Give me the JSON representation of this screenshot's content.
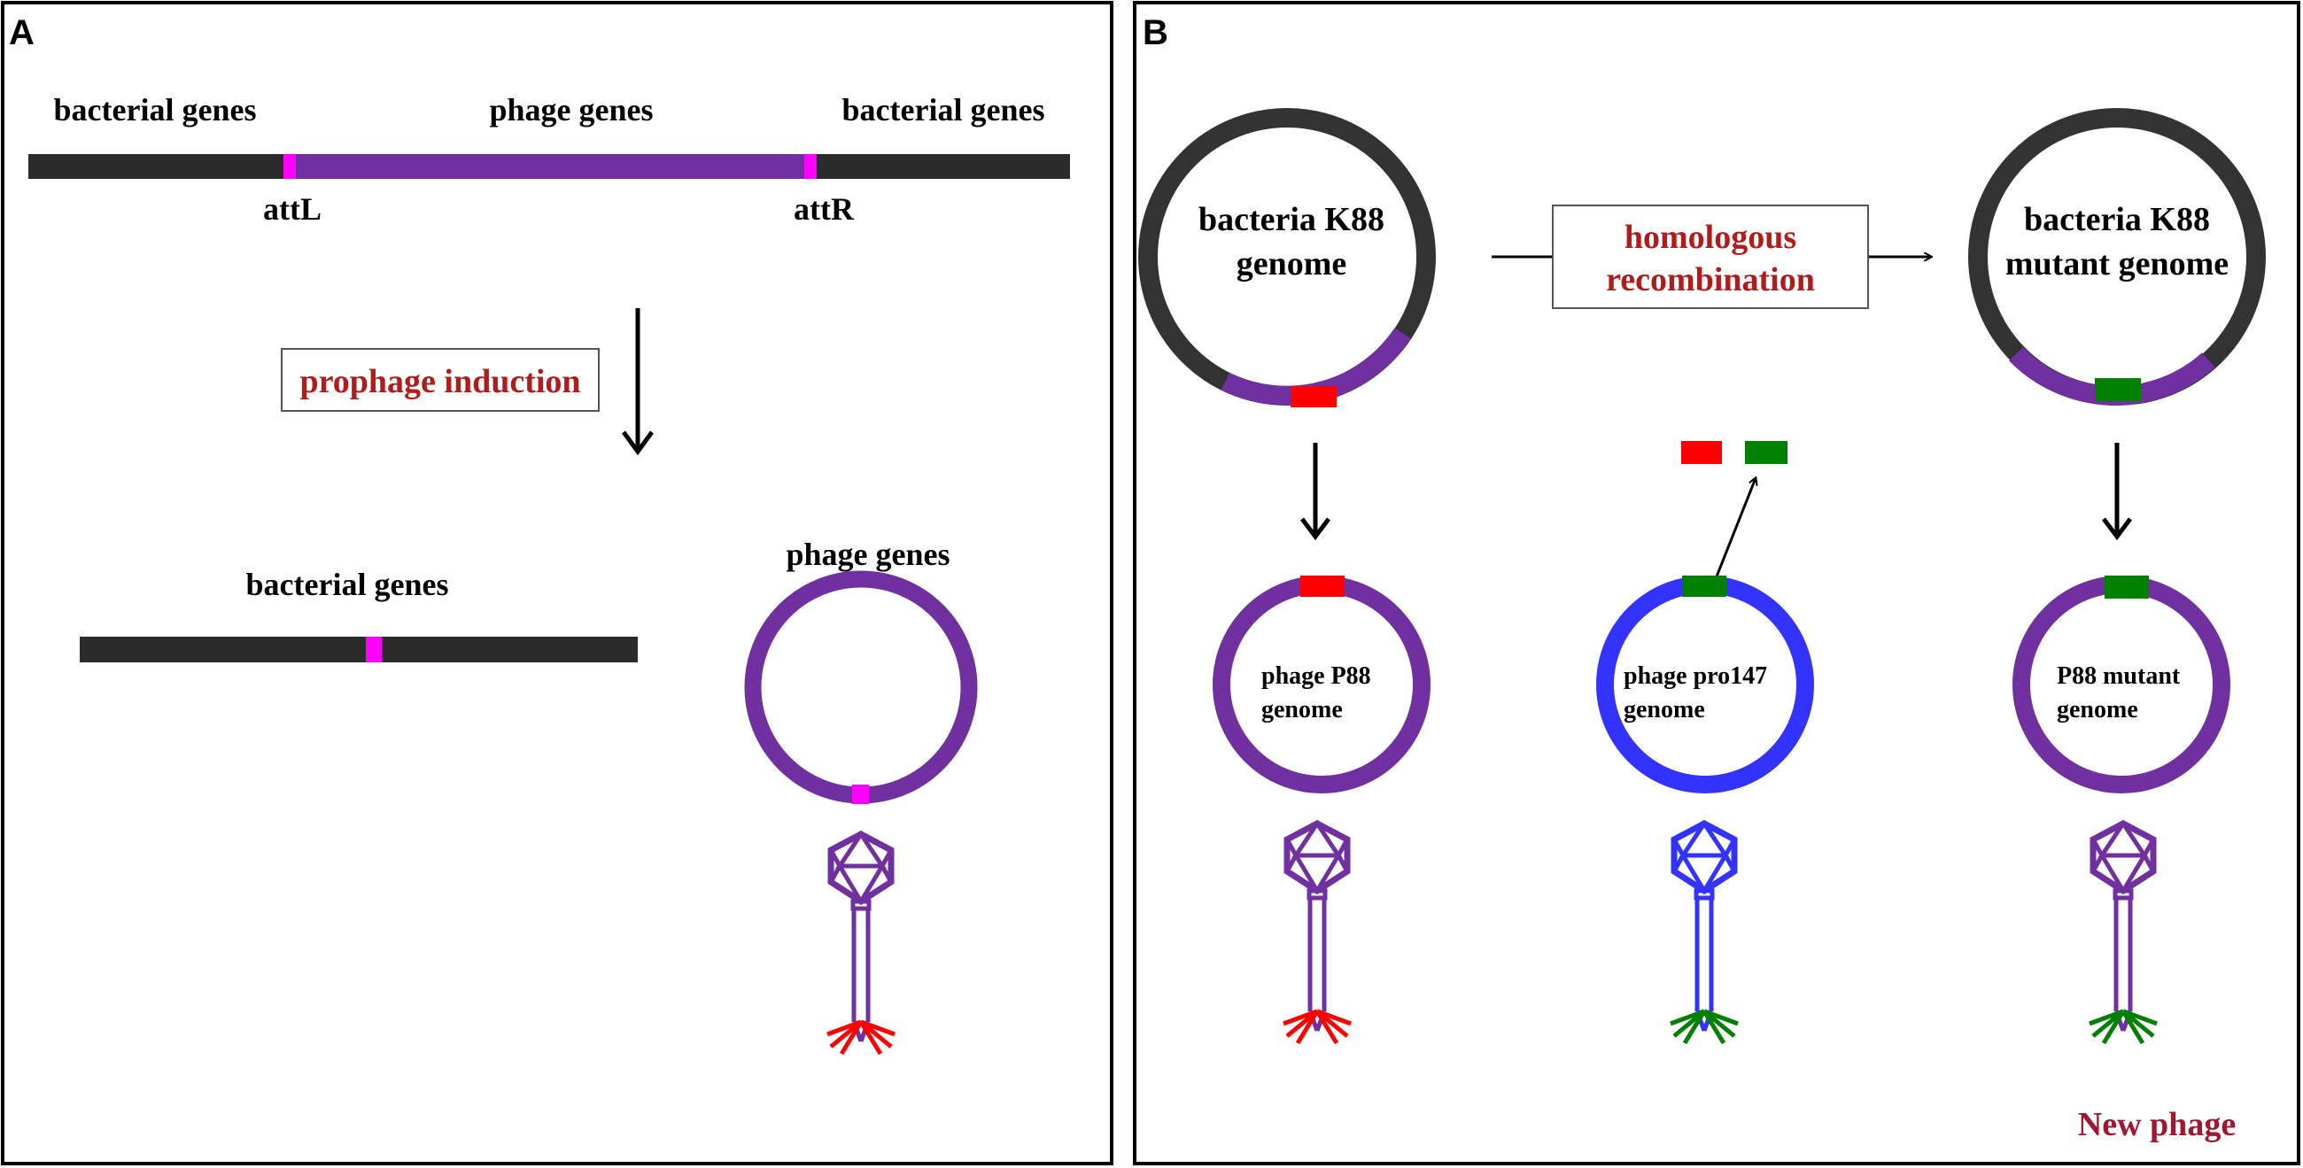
{
  "panel_a": {
    "letter": "A",
    "left_label": "bacterial genes",
    "middle_label": "phage genes",
    "right_label": "bacterial genes",
    "att_left": "attL",
    "att_right": "attR",
    "induction_label": "prophage induction",
    "bacterial_label": "bacterial genes",
    "phage_label": "phage genes"
  },
  "panel_b": {
    "letter": "B",
    "k88_line1": "bacteria K88",
    "k88_line2": "genome",
    "recomb_line1": "homologous",
    "recomb_line2": "recombination",
    "mutant_line1": "bacteria K88",
    "mutant_line2": "mutant genome",
    "p88_line1": "phage P88",
    "p88_line2": "genome",
    "pro147_line1": "phage pro147",
    "pro147_line2": "genome",
    "p88mut_line1": "P88 mutant",
    "p88mut_line2": "genome",
    "new_phage": "New phage"
  },
  "colors": {
    "bacterial": "#2b2b2b",
    "phage": "#7030a0",
    "att": "#ff00ff",
    "red_gene": "#ff0000",
    "green_gene": "#008000",
    "pro147": "#3333ff",
    "label_red": "#b01c1c"
  }
}
